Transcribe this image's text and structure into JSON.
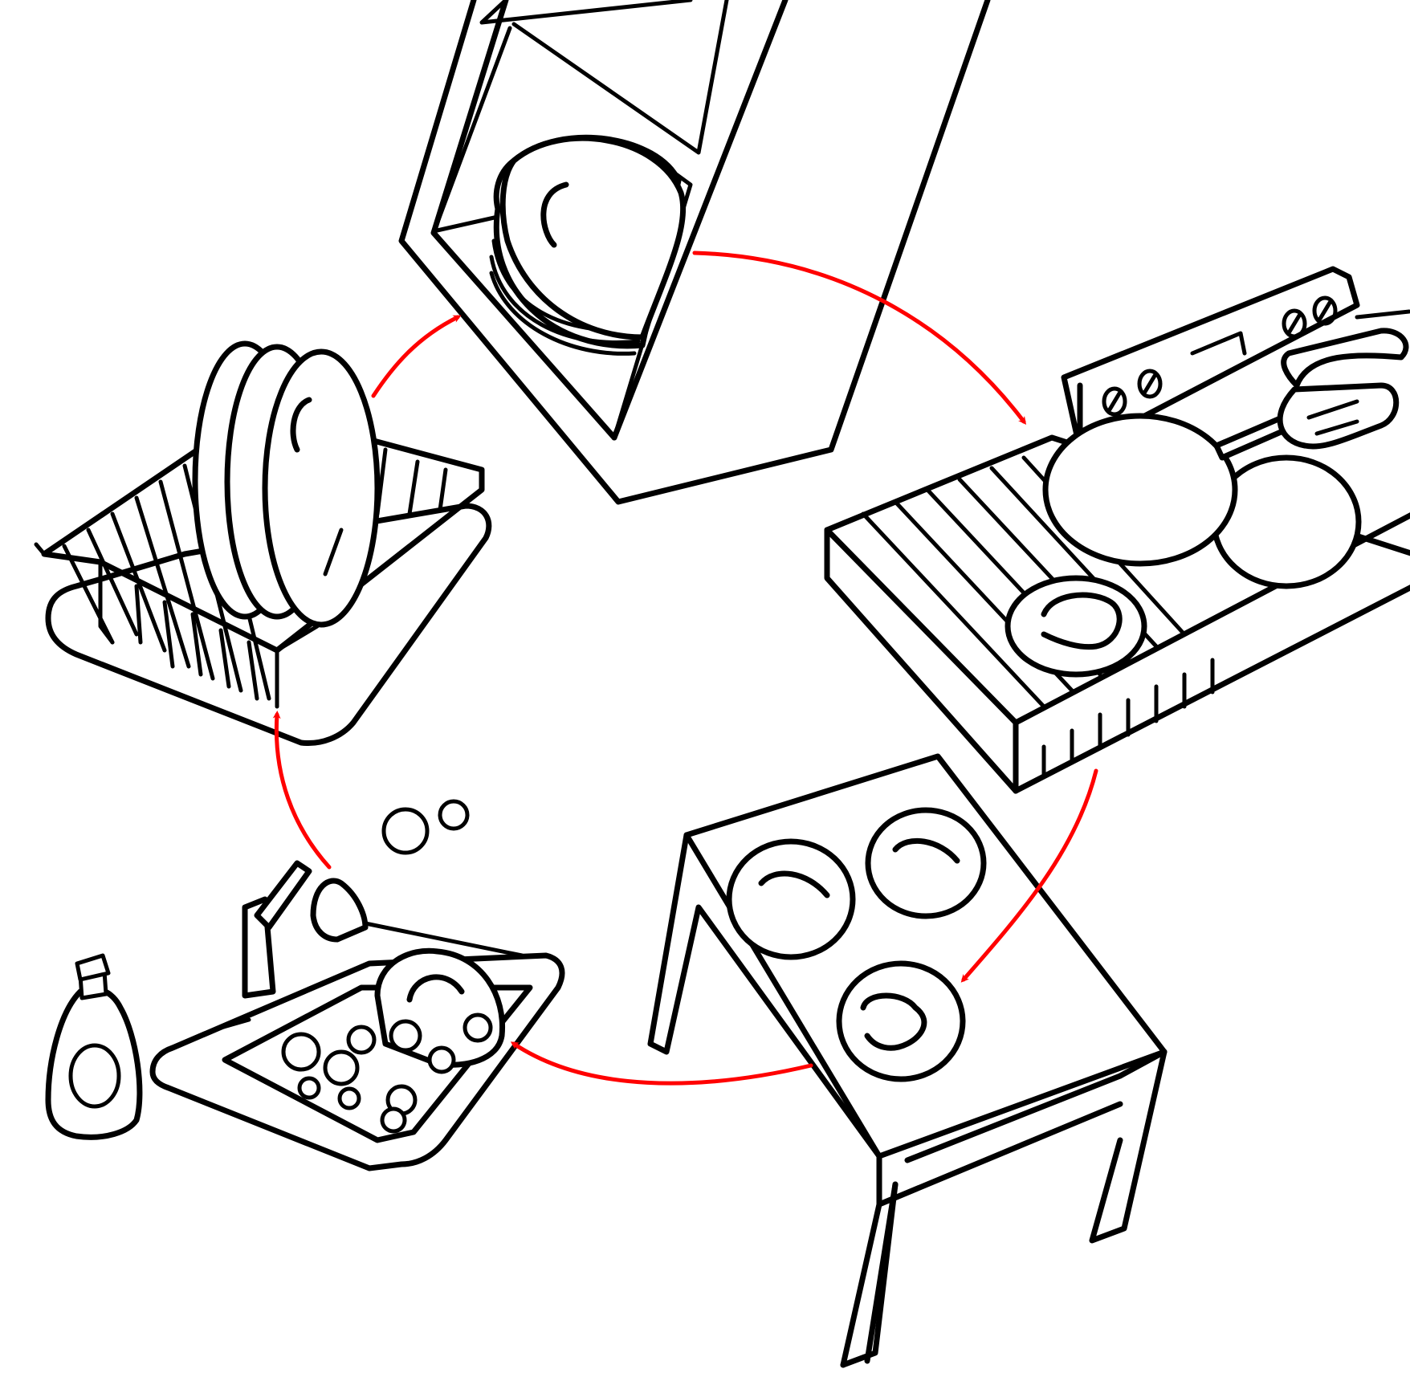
{
  "diagram": {
    "kind": "cycle",
    "stages": [
      "cupboard",
      "stove",
      "table",
      "sink",
      "drying-rack"
    ],
    "arrow_color": "#ff0000",
    "line_color": "#000000",
    "background": "#ffffff"
  }
}
